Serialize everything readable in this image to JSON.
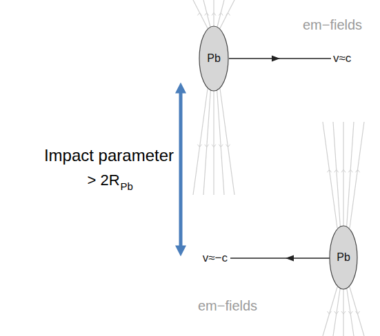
{
  "diagram": {
    "nodes": [
      {
        "text": [
          "Pb"
        ]
      },
      {
        "text": [
          "Pb"
        ]
      }
    ],
    "labels": [
      "em−fields",
      "v≈c",
      "Impact parameter",
      "> 2R",
      "Pb",
      "v≈−c",
      "em−fields"
    ]
  }
}
